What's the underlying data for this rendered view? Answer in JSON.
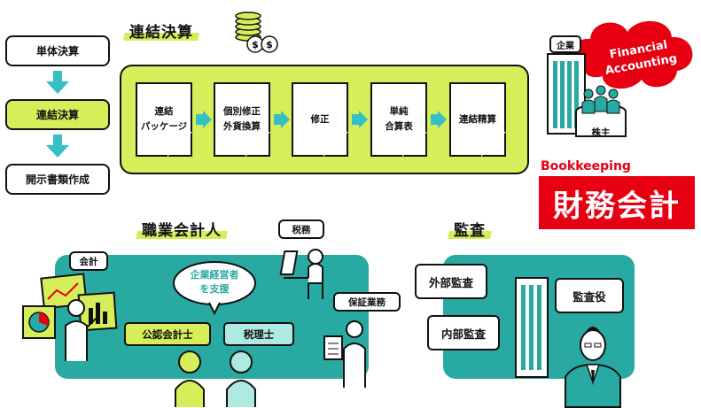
{
  "flow": {
    "step1": "単体決算",
    "step2": "連結決算",
    "step3": "開示書類作成"
  },
  "consolidated": {
    "title": "連結決算",
    "docs": [
      {
        "l1": "連結",
        "l2": "パッケージ"
      },
      {
        "l1": "個別修正",
        "l2": "外貨換算"
      },
      {
        "l1": "修正",
        "l2": ""
      },
      {
        "l1": "単純",
        "l2": "合算表"
      },
      {
        "l1": "連結精算",
        "l2": ""
      }
    ]
  },
  "corporate": {
    "building_sign": "企業",
    "shareholders_label": "株主",
    "financial_en_line1": "Financial",
    "financial_en_line2": "Accounting",
    "bookkeeping_en": "Bookkeeping",
    "zaimu": "財務会計"
  },
  "professionals": {
    "title": "職業会計人",
    "accounting_bubble": "会計",
    "tax_bubble": "税務",
    "support_bubble_l1": "企業経営者",
    "support_bubble_l2": "を支援",
    "assurance_bubble": "保証業務",
    "cpa_label": "公認会計士",
    "tax_acc_label": "税理士"
  },
  "audit": {
    "title": "監査",
    "external": "外部監査",
    "internal": "内部監査",
    "auditor": "監査役"
  },
  "colors": {
    "lime": "#d5ee5a",
    "teal": "#28aaa3",
    "red": "#e60012"
  }
}
